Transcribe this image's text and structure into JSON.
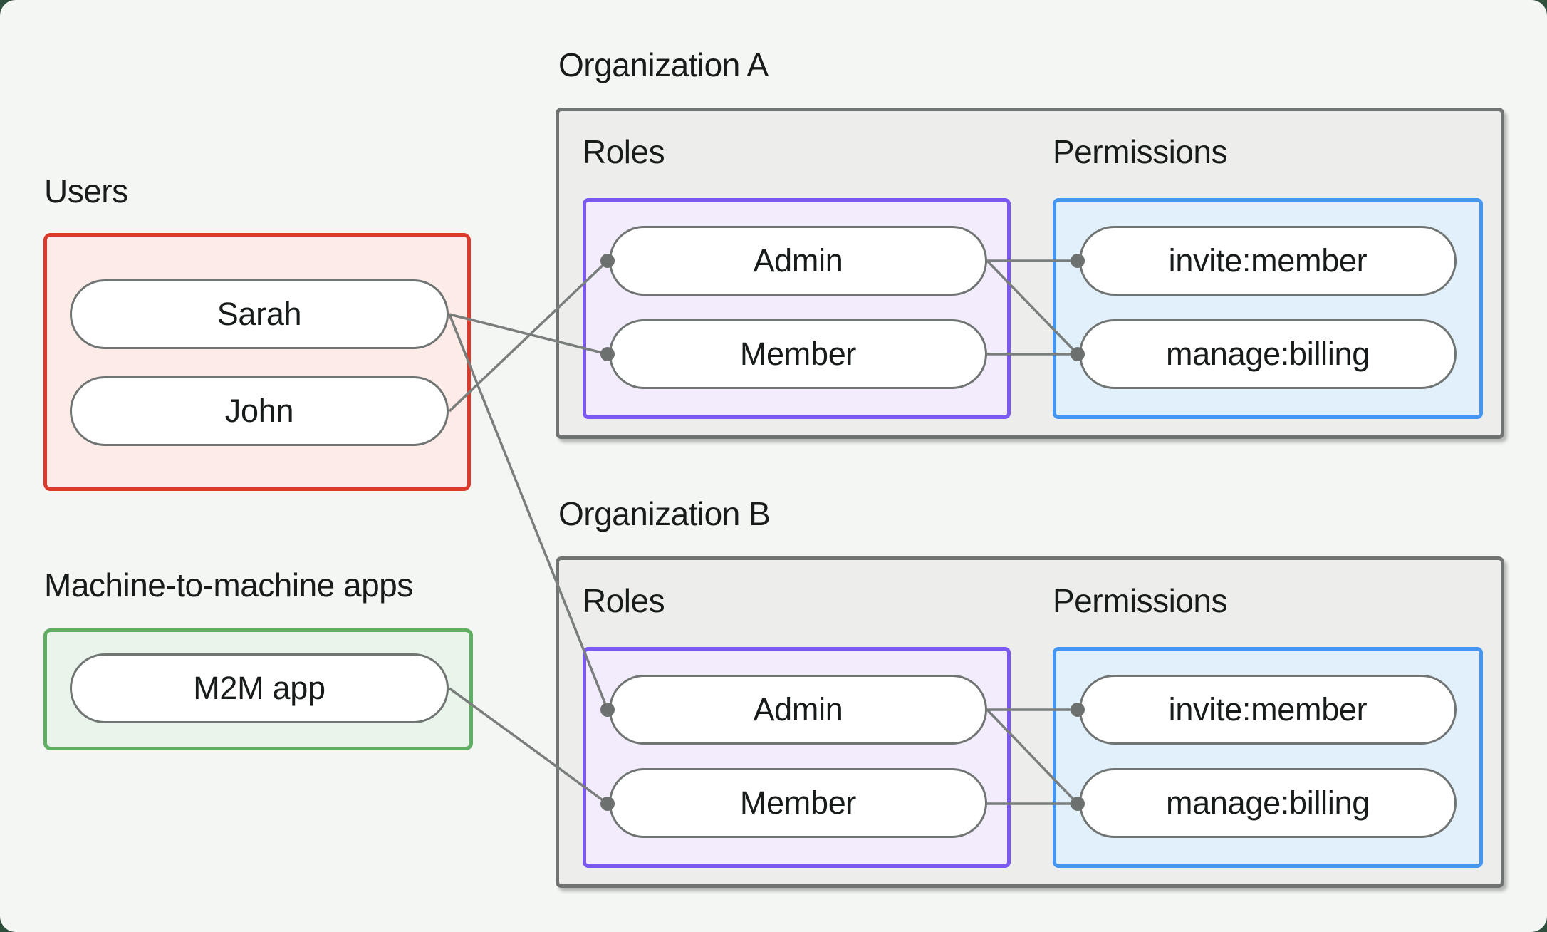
{
  "users_group": {
    "label": "Users",
    "items": [
      {
        "label": "Sarah"
      },
      {
        "label": "John"
      }
    ]
  },
  "m2m_group": {
    "label": "Machine-to-machine apps",
    "items": [
      {
        "label": "M2M app"
      }
    ]
  },
  "organizations": [
    {
      "name": "Organization A",
      "roles_label": "Roles",
      "permissions_label": "Permissions",
      "roles": [
        {
          "label": "Admin"
        },
        {
          "label": "Member"
        }
      ],
      "permissions": [
        {
          "label": "invite:member"
        },
        {
          "label": "manage:billing"
        }
      ]
    },
    {
      "name": "Organization B",
      "roles_label": "Roles",
      "permissions_label": "Permissions",
      "roles": [
        {
          "label": "Admin"
        },
        {
          "label": "Member"
        }
      ],
      "permissions": [
        {
          "label": "invite:member"
        },
        {
          "label": "manage:billing"
        }
      ]
    }
  ],
  "connections": [
    {
      "from": "Sarah",
      "to": "OrgA.Member"
    },
    {
      "from": "Sarah",
      "to": "OrgB.Admin"
    },
    {
      "from": "John",
      "to": "OrgA.Admin"
    },
    {
      "from": "M2M app",
      "to": "OrgB.Member"
    },
    {
      "from": "OrgA.Admin",
      "to": "OrgA.invite:member"
    },
    {
      "from": "OrgA.Admin",
      "to": "OrgA.manage:billing"
    },
    {
      "from": "OrgA.Member",
      "to": "OrgA.manage:billing"
    },
    {
      "from": "OrgB.Admin",
      "to": "OrgB.invite:member"
    },
    {
      "from": "OrgB.Admin",
      "to": "OrgB.manage:billing"
    },
    {
      "from": "OrgB.Member",
      "to": "OrgB.manage:billing"
    }
  ],
  "colors": {
    "page-bg": "#2e4f3b",
    "card-bg": "#f4f6f4",
    "text": "#171b19",
    "org-bg": "#ededeb",
    "org-border": "#6f7472",
    "users-bg": "#fdebe8",
    "users-border": "#dd3a2e",
    "m2m-bg": "#e9f4ea",
    "m2m-border": "#5fae64",
    "roles-bg": "#f2ecfd",
    "roles-border": "#7b58f1",
    "perms-bg": "#e2f0fc",
    "perms-border": "#4496f2",
    "pill-bg": "#ffffff",
    "pill-border": "#707573",
    "wire": "#797e7c",
    "dot": "#6c7170"
  }
}
